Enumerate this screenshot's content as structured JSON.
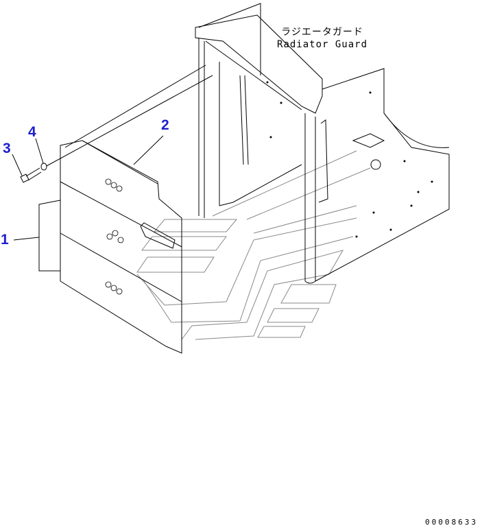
{
  "title": {
    "japanese": "ラジエータガード",
    "english": "Radiator Guard"
  },
  "callouts": [
    "1",
    "2",
    "3",
    "4"
  ],
  "drawing_number": "00008633",
  "colors": {
    "callout": "#1d1dd0",
    "line": "#000000",
    "ghost": "#888888"
  }
}
